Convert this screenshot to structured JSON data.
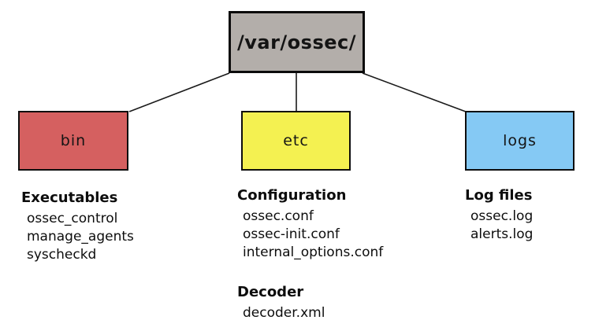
{
  "root_box": {
    "label": "/var/ossec/",
    "fill": "#b3aeaa"
  },
  "branches": [
    {
      "box": {
        "label": "bin",
        "fill": "#d56060"
      },
      "sections": [
        {
          "title": "Executables",
          "items": [
            "ossec_control",
            "manage_agents",
            "syscheckd"
          ]
        }
      ]
    },
    {
      "box": {
        "label": "etc",
        "fill": "#f4f151"
      },
      "sections": [
        {
          "title": "Configuration",
          "items": [
            "ossec.conf",
            "ossec-init.conf",
            "internal_options.conf"
          ]
        },
        {
          "title": "Decoder",
          "items": [
            "decoder.xml"
          ]
        }
      ]
    },
    {
      "box": {
        "label": "logs",
        "fill": "#85c9f4"
      },
      "sections": [
        {
          "title": "Log files",
          "items": [
            "ossec.log",
            "alerts.log"
          ]
        }
      ]
    }
  ],
  "colors": {
    "background": "#ffffff",
    "box_border": "#0e0e0e",
    "connector_line": "#1a1a1a",
    "text": "#0d0d0d"
  }
}
